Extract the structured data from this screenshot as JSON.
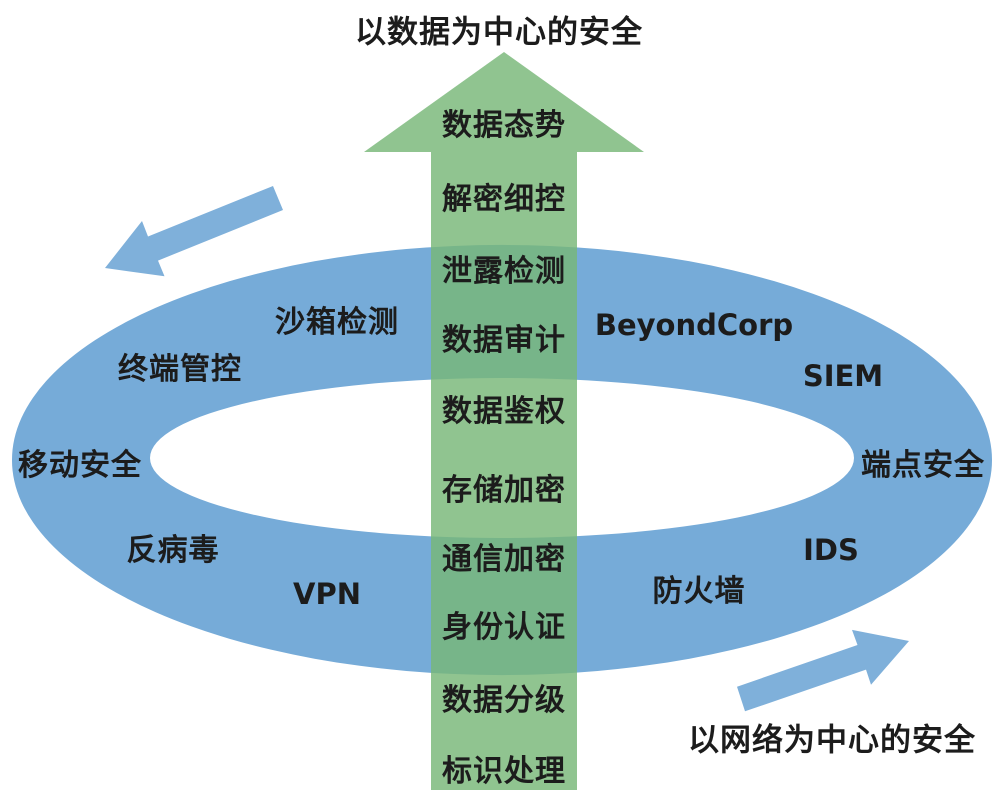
{
  "titles": {
    "data_centric": "以数据为中心的安全",
    "network_centric": "以网络为中心的安全"
  },
  "data_axis_labels": [
    "数据态势",
    "解密细控",
    "泄露检测",
    "数据审计",
    "数据鉴权",
    "存储加密",
    "通信加密",
    "身份认证",
    "数据分级",
    "标识处理"
  ],
  "ring_labels": [
    "沙箱检测",
    "终端管控",
    "移动安全",
    "反病毒",
    "VPN",
    "BeyondCorp",
    "SIEM",
    "端点安全",
    "IDS",
    "防火墙"
  ],
  "icons": {
    "center_arrow": "up-arrow",
    "left_cycle_arrow": "arrow-pointing-left-down",
    "right_cycle_arrow": "arrow-pointing-right-up"
  },
  "colors": {
    "green_arrow": "#78b778",
    "blue_ring": "#76abd8",
    "blue_arrow": "#7fb0da",
    "text": "#1c1c1c"
  }
}
